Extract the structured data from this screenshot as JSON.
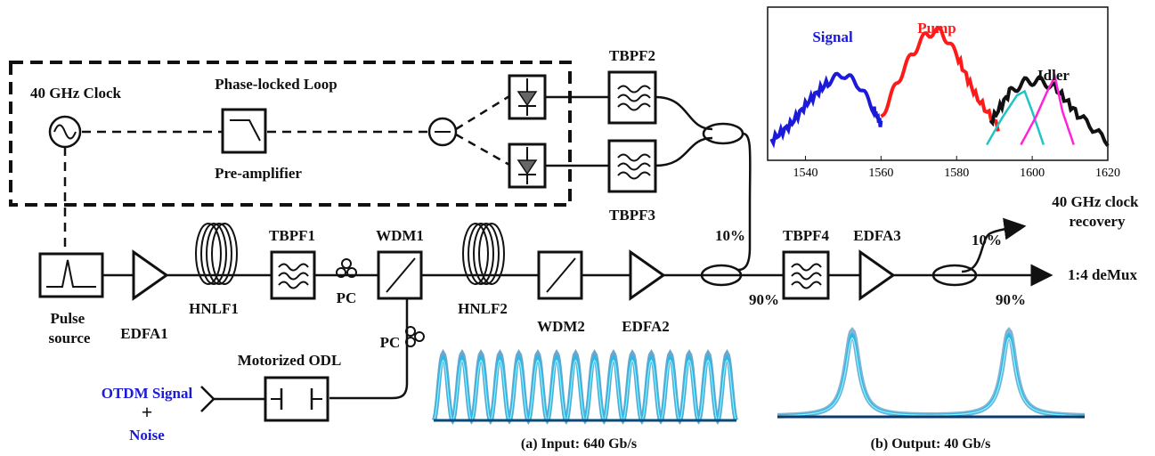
{
  "labels": {
    "clock": "40 GHz Clock",
    "pll": "Phase-locked Loop",
    "preamp": "Pre-amplifier",
    "pulse_source": "Pulse\nsource",
    "edfa1": "EDFA1",
    "hnlf1": "HNLF1",
    "tbpf1": "TBPF1",
    "pc1": "PC",
    "wdm1": "WDM1",
    "pc2": "PC",
    "hnlf2": "HNLF2",
    "wdm2": "WDM2",
    "edfa2": "EDFA2",
    "tbpf2": "TBPF2",
    "tbpf3": "TBPF3",
    "pct10_coupler": "10%",
    "pct90_coupler": "90%",
    "tbpf4": "TBPF4",
    "edfa3": "EDFA3",
    "pct10_out": "10%",
    "pct90_out": "90%",
    "clock_recovery": "40 GHz clock\nrecovery",
    "demux": "1:4 deMux",
    "motorized_odl": "Motorized ODL",
    "otdm_signal": "OTDM Signal",
    "plus": "+",
    "noise": "Noise",
    "caption_input": "(a) Input:  640 Gb/s",
    "caption_output": "(b) Output:  40 Gb/s"
  },
  "colors": {
    "signal": "#1a1ad8",
    "pump": "#ff1a1a",
    "idler": "#111111",
    "teal": "#20c4c4",
    "magenta": "#ff22dd",
    "eye": "#2ab8e8"
  },
  "chart_data": {
    "type": "line",
    "title": "",
    "xlabel": "",
    "ylabel": "",
    "xlim": [
      1530,
      1620
    ],
    "xticks": [
      1540,
      1560,
      1580,
      1600,
      1620
    ],
    "annotations": [
      "Signal",
      "Pump",
      "Idler"
    ],
    "series": [
      {
        "name": "Signal",
        "x": [
          1531,
          1536,
          1541,
          1546,
          1550,
          1554,
          1558,
          1560
        ],
        "y": [
          0.08,
          0.2,
          0.38,
          0.52,
          0.58,
          0.5,
          0.32,
          0.2
        ]
      },
      {
        "name": "Pump",
        "x": [
          1560,
          1564,
          1568,
          1572,
          1576,
          1580,
          1585,
          1591
        ],
        "y": [
          0.25,
          0.5,
          0.72,
          0.88,
          0.9,
          0.72,
          0.42,
          0.18
        ]
      },
      {
        "name": "Idler",
        "x": [
          1589,
          1594,
          1598,
          1602,
          1606,
          1612,
          1620
        ],
        "y": [
          0.22,
          0.44,
          0.52,
          0.53,
          0.48,
          0.28,
          0.07
        ]
      },
      {
        "x": [
          1588,
          1592,
          1596,
          1598,
          1600,
          1603
        ],
        "y": [
          0.05,
          0.25,
          0.42,
          0.45,
          0.3,
          0.05
        ]
      },
      {
        "x": [
          1597,
          1601,
          1604,
          1606,
          1608,
          1611
        ],
        "y": [
          0.05,
          0.26,
          0.45,
          0.56,
          0.3,
          0.05
        ]
      }
    ]
  }
}
